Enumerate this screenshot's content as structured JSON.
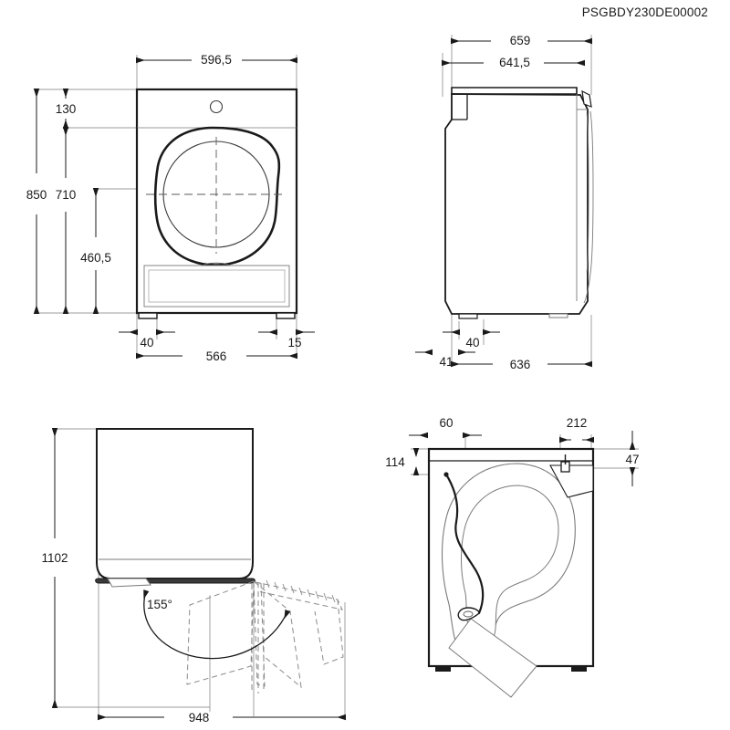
{
  "document": {
    "code": "PSGBDY230DE00002",
    "type": "technical-dimension-drawing",
    "subject": "tumble dryer / washing machine appliance",
    "units": "mm",
    "line_color": "#1a1a1a",
    "thin_line_color": "#6e6e6e",
    "background": "#ffffff"
  },
  "views": {
    "front": {
      "name": "front-view",
      "dimensions": {
        "overall_width": "596,5",
        "overall_height": "850",
        "control_panel_height": "130",
        "door_centre_height": "710",
        "door_lower_height": "460,5",
        "foot_inset_left": "40",
        "foot_inset_right": "15",
        "foot_span": "566"
      }
    },
    "side": {
      "name": "side-view",
      "dimensions": {
        "overall_depth_with_handle": "659",
        "depth_to_door": "641,5",
        "foot_width": "40",
        "foot_offset_rear": "41",
        "body_depth": "636"
      }
    },
    "top": {
      "name": "top-view-door-swing",
      "dimensions": {
        "depth_with_door_open": "1102",
        "width_with_door_open": "948",
        "door_opening_angle": "155°"
      }
    },
    "rear": {
      "name": "rear-view",
      "dimensions": {
        "cable_offset_left": "60",
        "vent_offset_right": "212",
        "cable_height_from_top": "114",
        "vent_height_from_top": "47"
      }
    }
  },
  "labels": {
    "front_width": "596,5",
    "front_height_total": "850",
    "front_panel": "130",
    "front_door_centre": "710",
    "front_door_low": "460,5",
    "front_foot_left": "40",
    "front_foot_right": "15",
    "front_foot_span": "566",
    "side_total": "659",
    "side_door": "641,5",
    "side_foot": "40",
    "side_foot_rear": "41",
    "side_body": "636",
    "top_depth": "1102",
    "top_width": "948",
    "top_angle": "155°",
    "rear_cable_x": "60",
    "rear_vent_x": "212",
    "rear_cable_y": "114",
    "rear_vent_y": "47"
  }
}
